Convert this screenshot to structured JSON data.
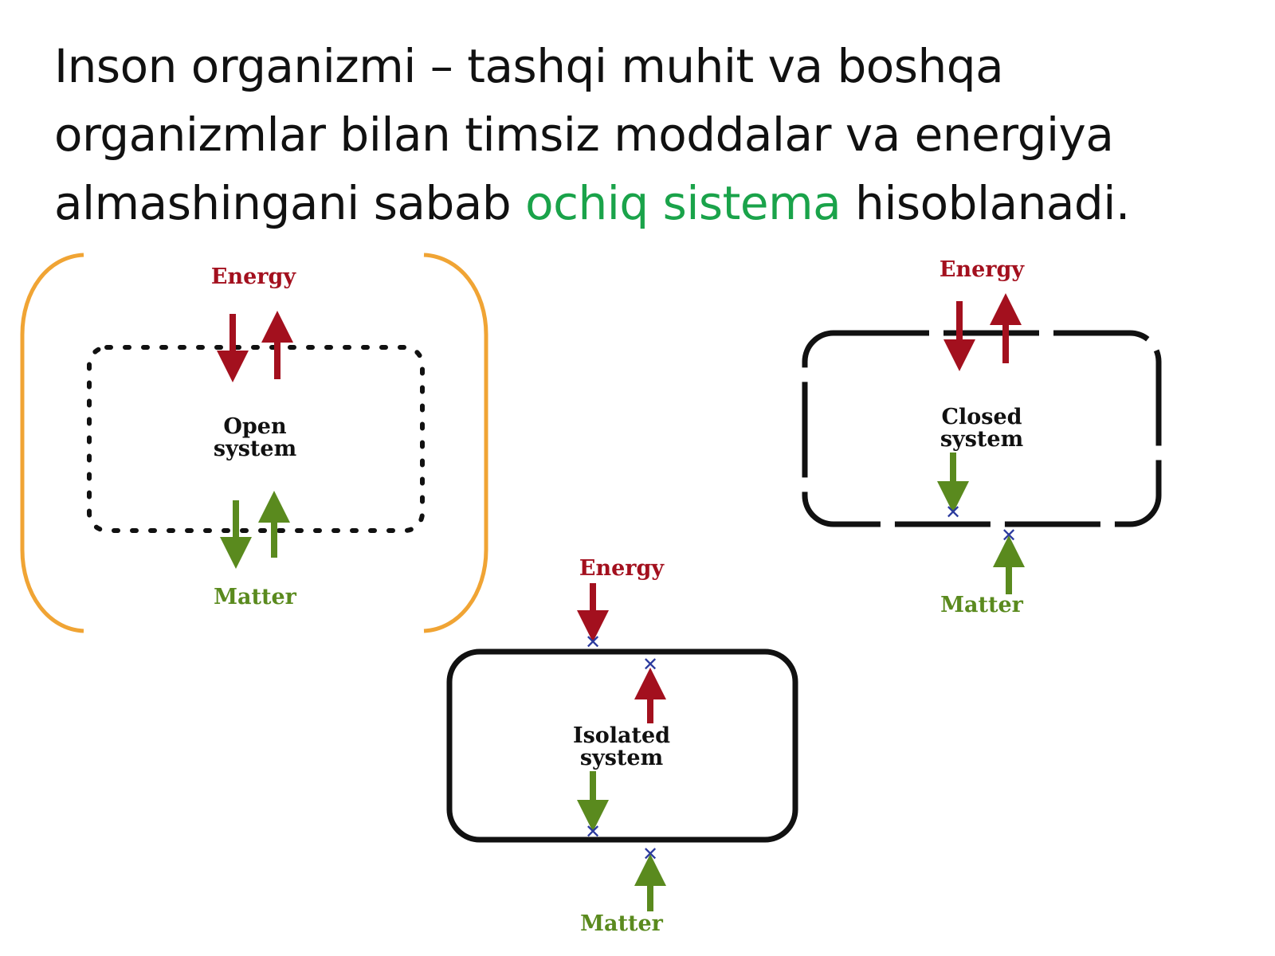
{
  "statement": {
    "before": "Inson organizmi – tashqi muhit va boshqa organizmlar bilan timsiz moddalar va energiya almashingani sabab ",
    "highlight": "ochiq sistema",
    "after": " hisoblanadi."
  },
  "colors": {
    "energy": "#a3101e",
    "matter": "#5a8a1e",
    "blocked": "#2b3a9e",
    "bracket": "#f0a434",
    "highlight": "#1aa34a",
    "text": "#111111"
  },
  "open_system": {
    "energy_label": "Energy",
    "title_line1": "Open",
    "title_line2": "system",
    "matter_label": "Matter"
  },
  "closed_system": {
    "energy_label": "Energy",
    "title_line1": "Closed",
    "title_line2": "system",
    "matter_label": "Matter"
  },
  "isolated_system": {
    "energy_label": "Energy",
    "title_line1": "Isolated",
    "title_line2": "system",
    "matter_label": "Matter"
  }
}
